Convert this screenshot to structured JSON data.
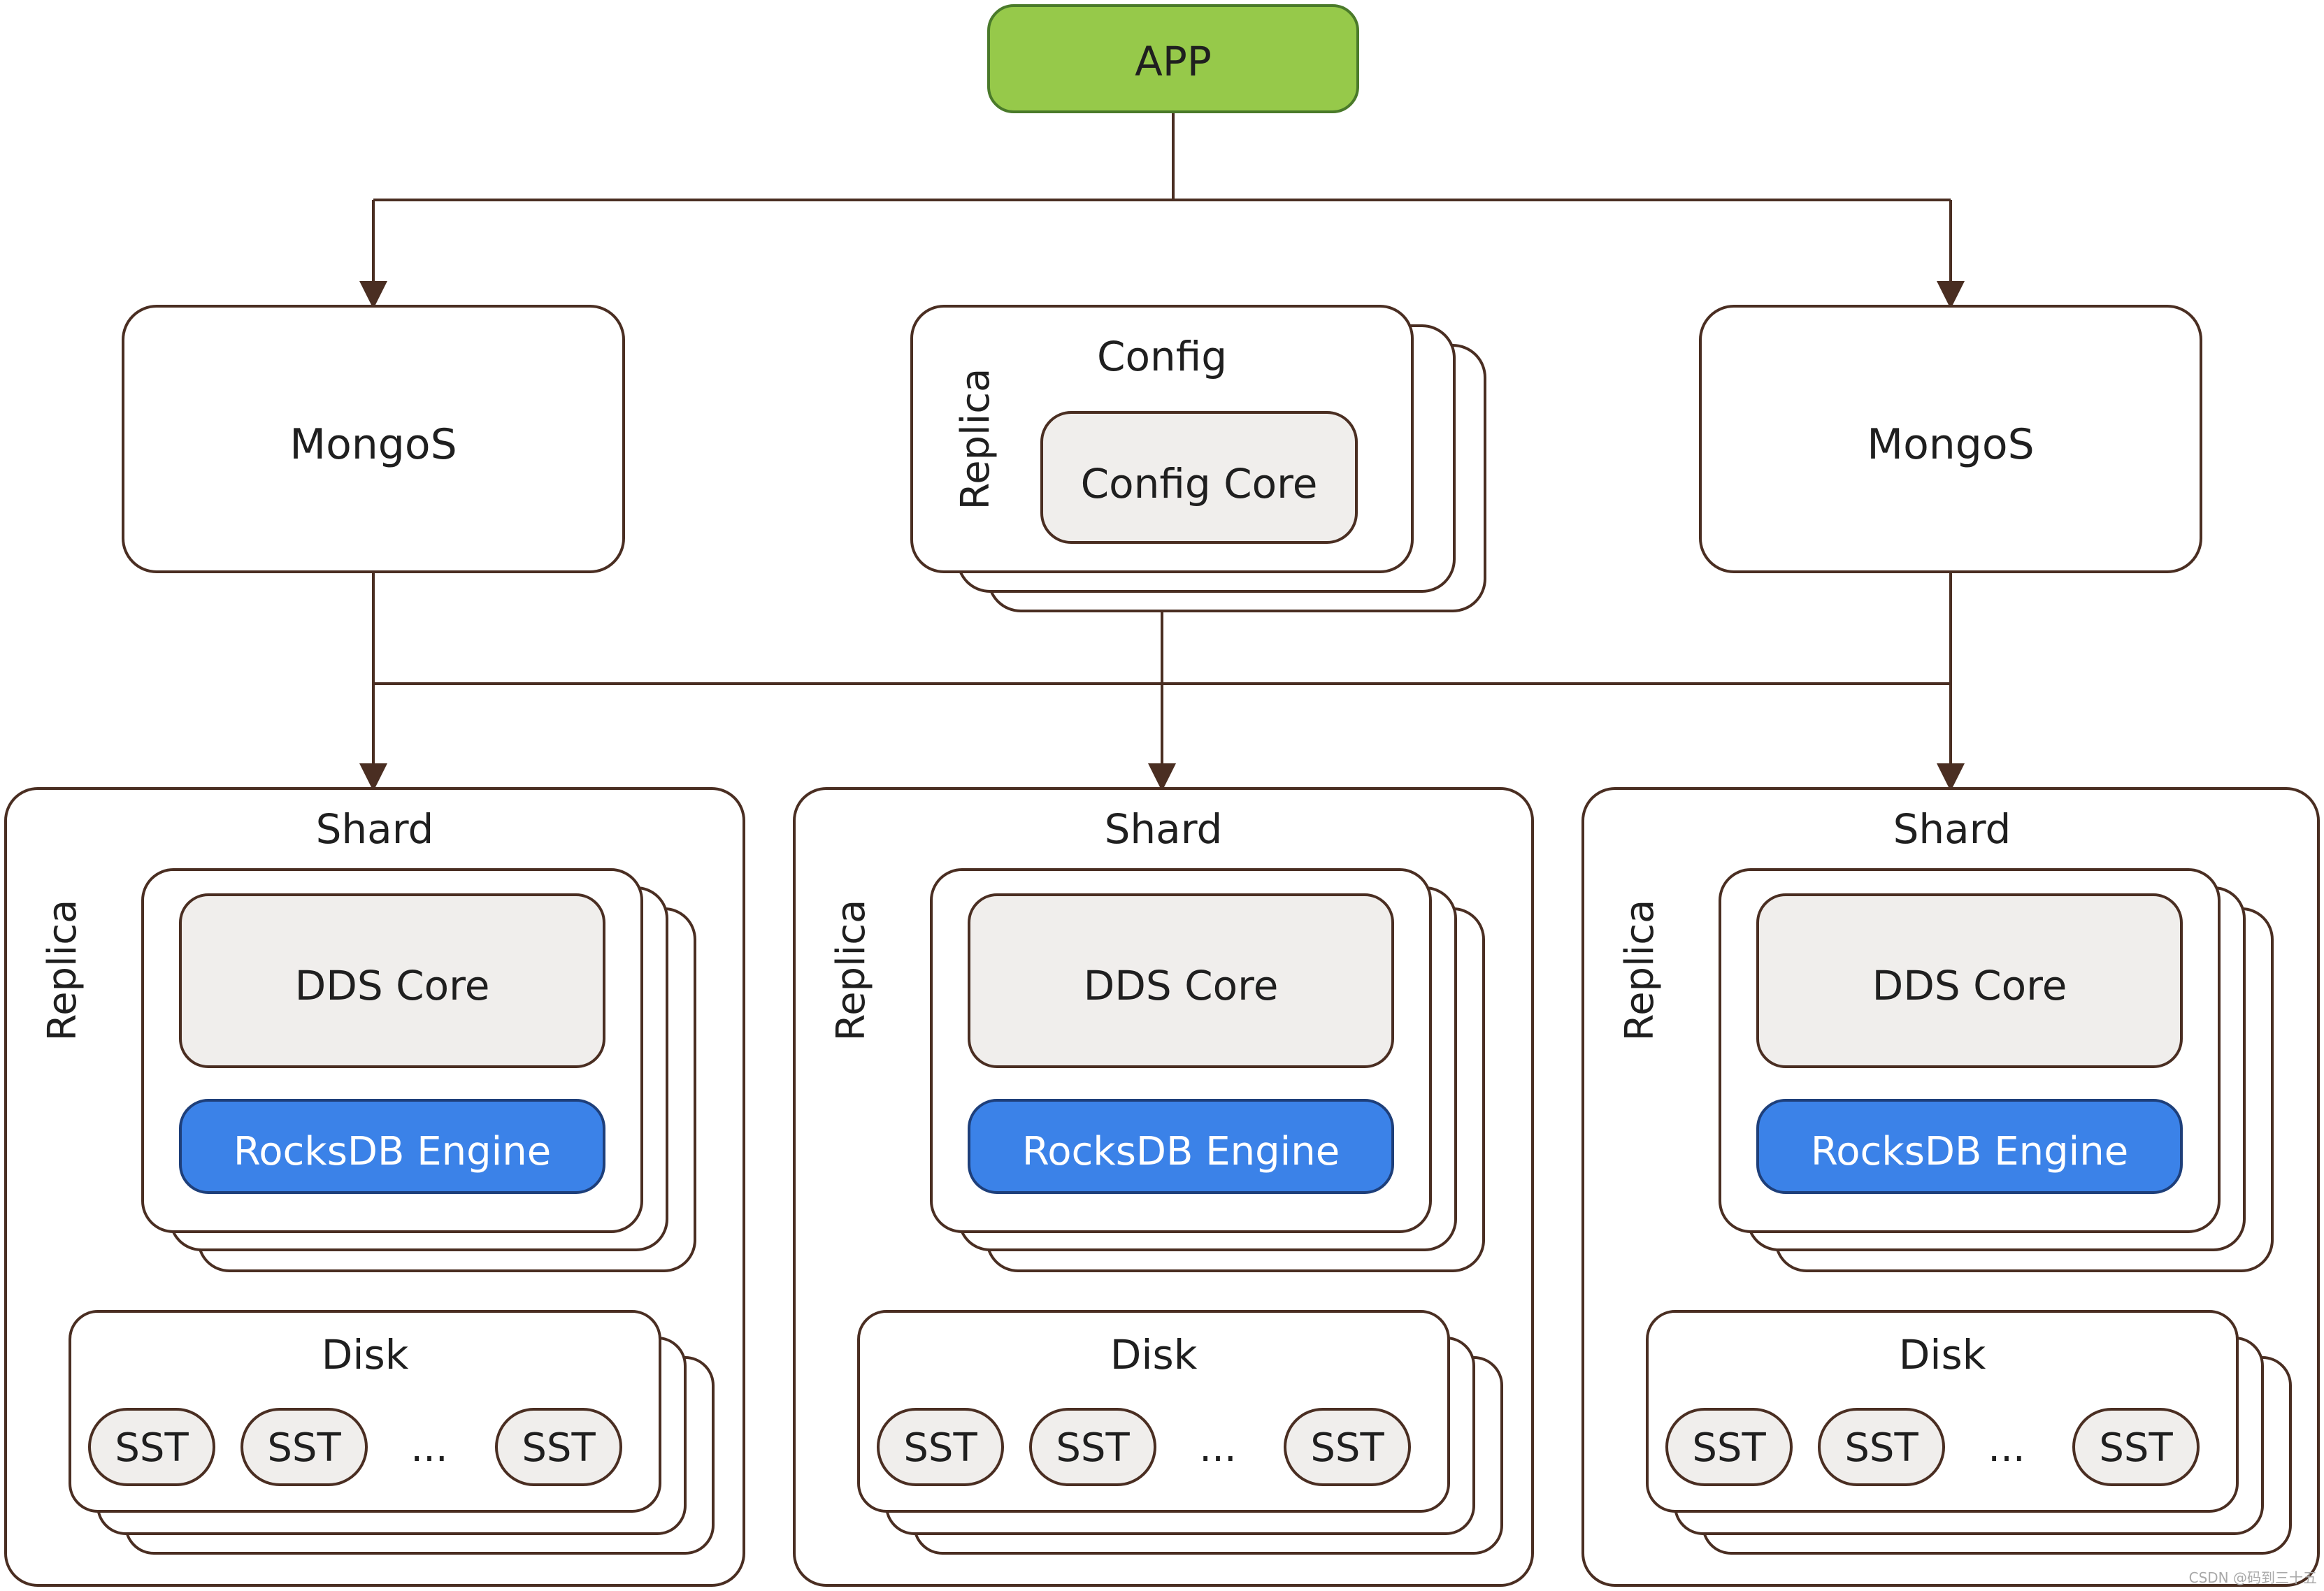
{
  "app": {
    "label": "APP"
  },
  "mongos": [
    {
      "label": "MongoS"
    },
    {
      "label": "MongoS"
    }
  ],
  "config": {
    "title": "Config",
    "side_label": "Replica",
    "core_label": "Config Core"
  },
  "shards": [
    {
      "title": "Shard",
      "side_label": "Replica",
      "core_label": "DDS Core",
      "engine_label": "RocksDB Engine",
      "disk": {
        "title": "Disk",
        "items": [
          "SST",
          "SST",
          "...",
          "SST"
        ]
      }
    },
    {
      "title": "Shard",
      "side_label": "Replica",
      "core_label": "DDS Core",
      "engine_label": "RocksDB Engine",
      "disk": {
        "title": "Disk",
        "items": [
          "SST",
          "SST",
          "...",
          "SST"
        ]
      }
    },
    {
      "title": "Shard",
      "side_label": "Replica",
      "core_label": "DDS Core",
      "engine_label": "RocksDB Engine",
      "disk": {
        "title": "Disk",
        "items": [
          "SST",
          "SST",
          "...",
          "SST"
        ]
      }
    }
  ],
  "watermark": "CSDN @码到三十五",
  "colors": {
    "app_fill": "#96c94a",
    "app_stroke": "#4a7a2a",
    "box_stroke": "#4a2e22",
    "core_fill": "#f0eeec",
    "engine_fill": "#3b82e8",
    "engine_text": "#ffffff",
    "line": "#4a2e22",
    "text": "#1f1f1f"
  }
}
